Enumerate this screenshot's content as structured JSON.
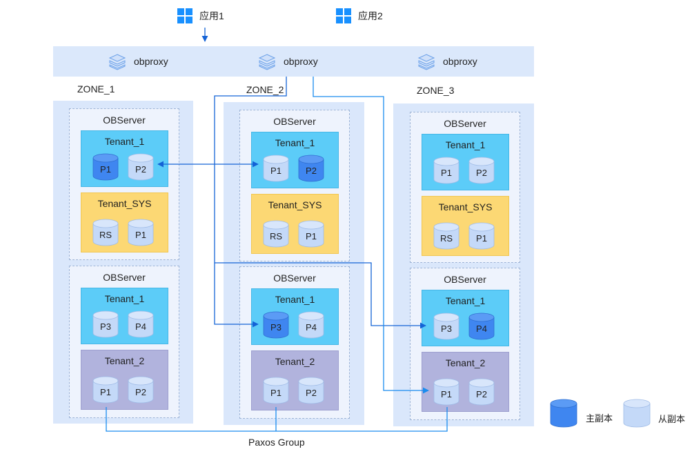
{
  "apps": [
    {
      "label": "应用1"
    },
    {
      "label": "应用2"
    }
  ],
  "proxies": [
    {
      "label": "obproxy"
    },
    {
      "label": "obproxy"
    },
    {
      "label": "obproxy"
    }
  ],
  "zones": [
    {
      "label": "ZONE_1",
      "servers": [
        {
          "title": "OBServer",
          "tenants": [
            {
              "name": "Tenant_1",
              "kind": "t1",
              "replicas": [
                {
                  "label": "P1",
                  "role": "leader"
                },
                {
                  "label": "P2",
                  "role": "follower"
                }
              ]
            },
            {
              "name": "Tenant_SYS",
              "kind": "tsys",
              "replicas": [
                {
                  "label": "RS",
                  "role": "follower"
                },
                {
                  "label": "P1",
                  "role": "follower"
                }
              ]
            }
          ]
        },
        {
          "title": "OBServer",
          "tenants": [
            {
              "name": "Tenant_1",
              "kind": "t1",
              "replicas": [
                {
                  "label": "P3",
                  "role": "follower"
                },
                {
                  "label": "P4",
                  "role": "follower"
                }
              ]
            },
            {
              "name": "Tenant_2",
              "kind": "t2",
              "replicas": [
                {
                  "label": "P1",
                  "role": "follower"
                },
                {
                  "label": "P2",
                  "role": "follower"
                }
              ]
            }
          ]
        }
      ]
    },
    {
      "label": "ZONE_2",
      "servers": [
        {
          "title": "OBServer",
          "tenants": [
            {
              "name": "Tenant_1",
              "kind": "t1",
              "replicas": [
                {
                  "label": "P1",
                  "role": "follower"
                },
                {
                  "label": "P2",
                  "role": "leader"
                }
              ]
            },
            {
              "name": "Tenant_SYS",
              "kind": "tsys",
              "replicas": [
                {
                  "label": "RS",
                  "role": "follower"
                },
                {
                  "label": "P1",
                  "role": "follower"
                }
              ]
            }
          ]
        },
        {
          "title": "OBServer",
          "tenants": [
            {
              "name": "Tenant_1",
              "kind": "t1",
              "replicas": [
                {
                  "label": "P3",
                  "role": "leader"
                },
                {
                  "label": "P4",
                  "role": "follower"
                }
              ]
            },
            {
              "name": "Tenant_2",
              "kind": "t2",
              "replicas": [
                {
                  "label": "P1",
                  "role": "follower"
                },
                {
                  "label": "P2",
                  "role": "follower"
                }
              ]
            }
          ]
        }
      ]
    },
    {
      "label": "ZONE_3",
      "servers": [
        {
          "title": "OBServer",
          "tenants": [
            {
              "name": "Tenant_1",
              "kind": "t1",
              "replicas": [
                {
                  "label": "P1",
                  "role": "follower"
                },
                {
                  "label": "P2",
                  "role": "follower"
                }
              ]
            },
            {
              "name": "Tenant_SYS",
              "kind": "tsys",
              "replicas": [
                {
                  "label": "RS",
                  "role": "follower"
                },
                {
                  "label": "P1",
                  "role": "follower"
                }
              ]
            }
          ]
        },
        {
          "title": "OBServer",
          "tenants": [
            {
              "name": "Tenant_1",
              "kind": "t1",
              "replicas": [
                {
                  "label": "P3",
                  "role": "follower"
                },
                {
                  "label": "P4",
                  "role": "leader"
                }
              ]
            },
            {
              "name": "Tenant_2",
              "kind": "t2",
              "replicas": [
                {
                  "label": "P1",
                  "role": "follower"
                },
                {
                  "label": "P2",
                  "role": "follower"
                }
              ]
            }
          ]
        }
      ]
    }
  ],
  "paxos_label": "Paxos Group",
  "legend": {
    "leader": "主副本",
    "follower": "从副本"
  },
  "colors": {
    "leader": "#3f86f0",
    "follower": "#c4d9f8",
    "line": "#1a8cef",
    "arrow_dark": "#1463d6"
  }
}
